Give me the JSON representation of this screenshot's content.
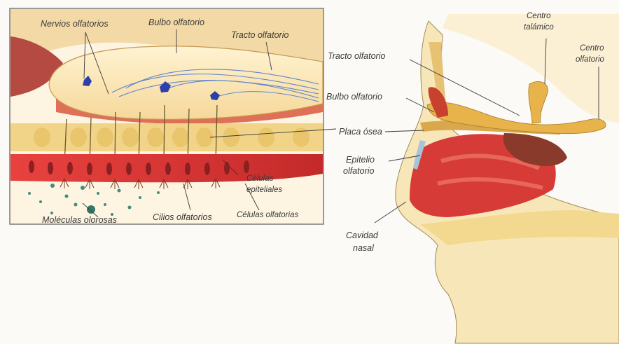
{
  "labels": {
    "nervios_olfatorios": "Nervios olfatorios",
    "bulbo_olfatorio_inset": "Bulbo olfatorio",
    "tracto_olfatorio_inset": "Tracto olfatorio",
    "celulas_epiteliales_1": "Células",
    "celulas_epiteliales_2": "epiteliales",
    "moleculas_olorosas": "Moléculas olorosas",
    "cilios_olfatorios": "Cilios olfatorios",
    "celulas_olfatorias": "Células olfatorias",
    "tracto_olfatorio": "Tracto olfatorio",
    "bulbo_olfatorio": "Bulbo olfatorio",
    "placa_osea": "Placa ósea",
    "epitelio_olfatorio_1": "Epitelio",
    "epitelio_olfatorio_2": "olfatorio",
    "cavidad_nasal_1": "Cavidad",
    "cavidad_nasal_2": "nasal",
    "centro_talamico_1": "Centro",
    "centro_talamico_2": "talámico",
    "centro_olfatorio_1": "Centro",
    "centro_olfatorio_2": "olfatorio"
  }
}
